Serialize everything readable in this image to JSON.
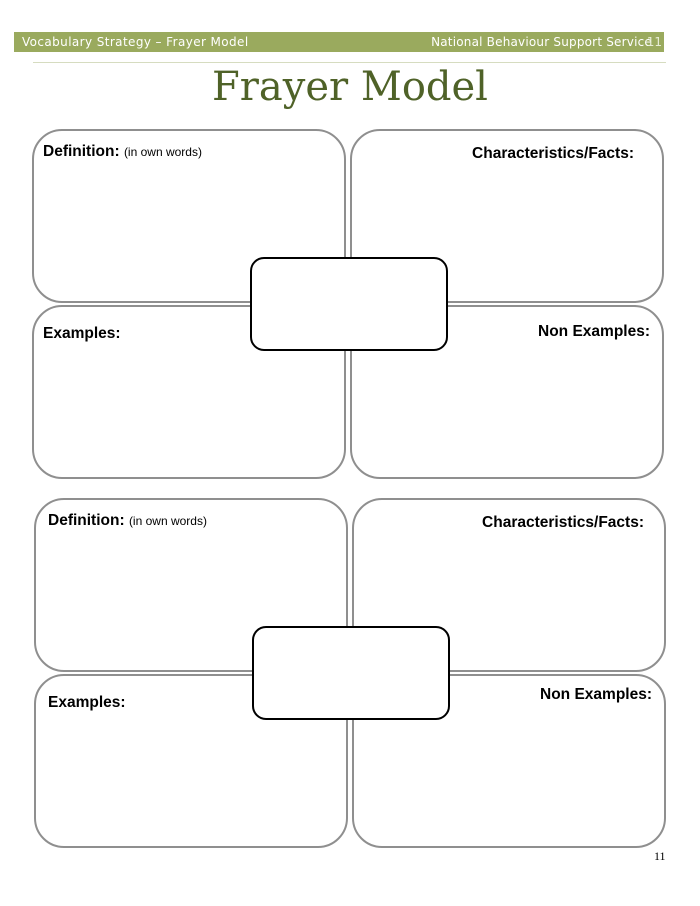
{
  "header": {
    "left": "Vocabulary Strategy – Frayer Model",
    "right": "National Behaviour Support Service",
    "page": "11"
  },
  "title": "Frayer Model",
  "models": [
    {
      "definition_label": "Definition:",
      "definition_sub": "(in own  words)",
      "characteristics_label": "Characteristics/Facts:",
      "examples_label": "Examples:",
      "non_examples_label": "Non Examples:"
    },
    {
      "definition_label": "Definition:",
      "definition_sub": "(in own  words)",
      "characteristics_label": "Characteristics/Facts:",
      "examples_label": "Examples:",
      "non_examples_label": "Non Examples:"
    }
  ],
  "footer": {
    "page_number": "11"
  }
}
